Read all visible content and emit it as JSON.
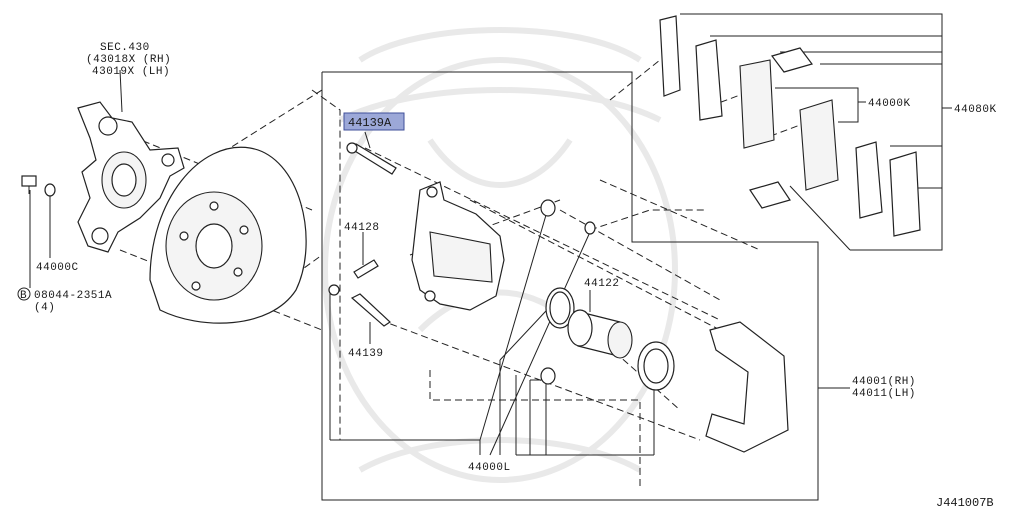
{
  "callouts": {
    "sec_ref": "SEC.430",
    "knuckle_rh": "(43018X (RH)",
    "knuckle_lh": "43019X (LH)",
    "bolt_b": "B",
    "bolt_no": "08044-2351A",
    "bolt_qty": "(4)",
    "washer": "44000C",
    "pin_boot": "44139A",
    "bleeder": "44128",
    "pin_bolt": "44139",
    "piston": "44122",
    "seal_kit": "44000L",
    "caliper_rh": "44001(RH)",
    "caliper_lh": "44011(LH)",
    "pad_kit": "44000K",
    "pad_set": "44080K",
    "diagram_code": "J441007B"
  },
  "colors": {
    "highlight_fill": "#9ca8d8",
    "highlight_border": "#3f4f9a"
  }
}
